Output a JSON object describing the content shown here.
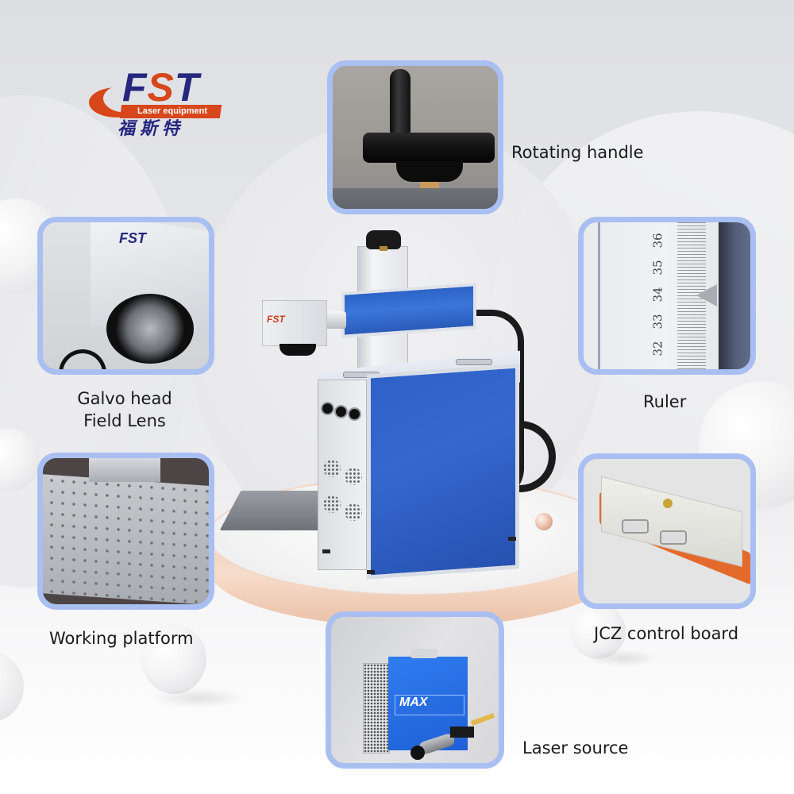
{
  "brand": {
    "logo_letters": [
      "F",
      "S",
      "T"
    ],
    "logo_letter_colors": [
      "#26267e",
      "#d8461b",
      "#26267e"
    ],
    "tagline": "Laser equipment",
    "chinese_name": "福斯特",
    "accent_orange": "#d8461b",
    "accent_navy": "#26267e"
  },
  "theme": {
    "card_border": "#a9bff2",
    "machine_blue": "#3064cb",
    "pedestal_peach": "#f0cdb6"
  },
  "features": [
    {
      "id": "rotating-handle",
      "label": "Rotating handle",
      "image": "rotating-handle-photo"
    },
    {
      "id": "galvo-head",
      "label_lines": [
        "Galvo head",
        "Field Lens"
      ],
      "image": "galvo-head-photo",
      "head_logo": "FST"
    },
    {
      "id": "ruler",
      "label": "Ruler",
      "image": "ruler-photo",
      "ruler_marks": [
        "32",
        "33",
        "34",
        "35",
        "36"
      ]
    },
    {
      "id": "working-platform",
      "label": "Working platform",
      "image": "working-platform-photo"
    },
    {
      "id": "jcz-control-board",
      "label": "JCZ control board",
      "image": "jcz-control-board-photo"
    },
    {
      "id": "laser-source",
      "label": "Laser source",
      "image": "laser-source-photo",
      "source_brand": "MAX"
    }
  ],
  "center_product": {
    "name": "fiber-laser-marking-machine",
    "head_logo": "FST"
  }
}
